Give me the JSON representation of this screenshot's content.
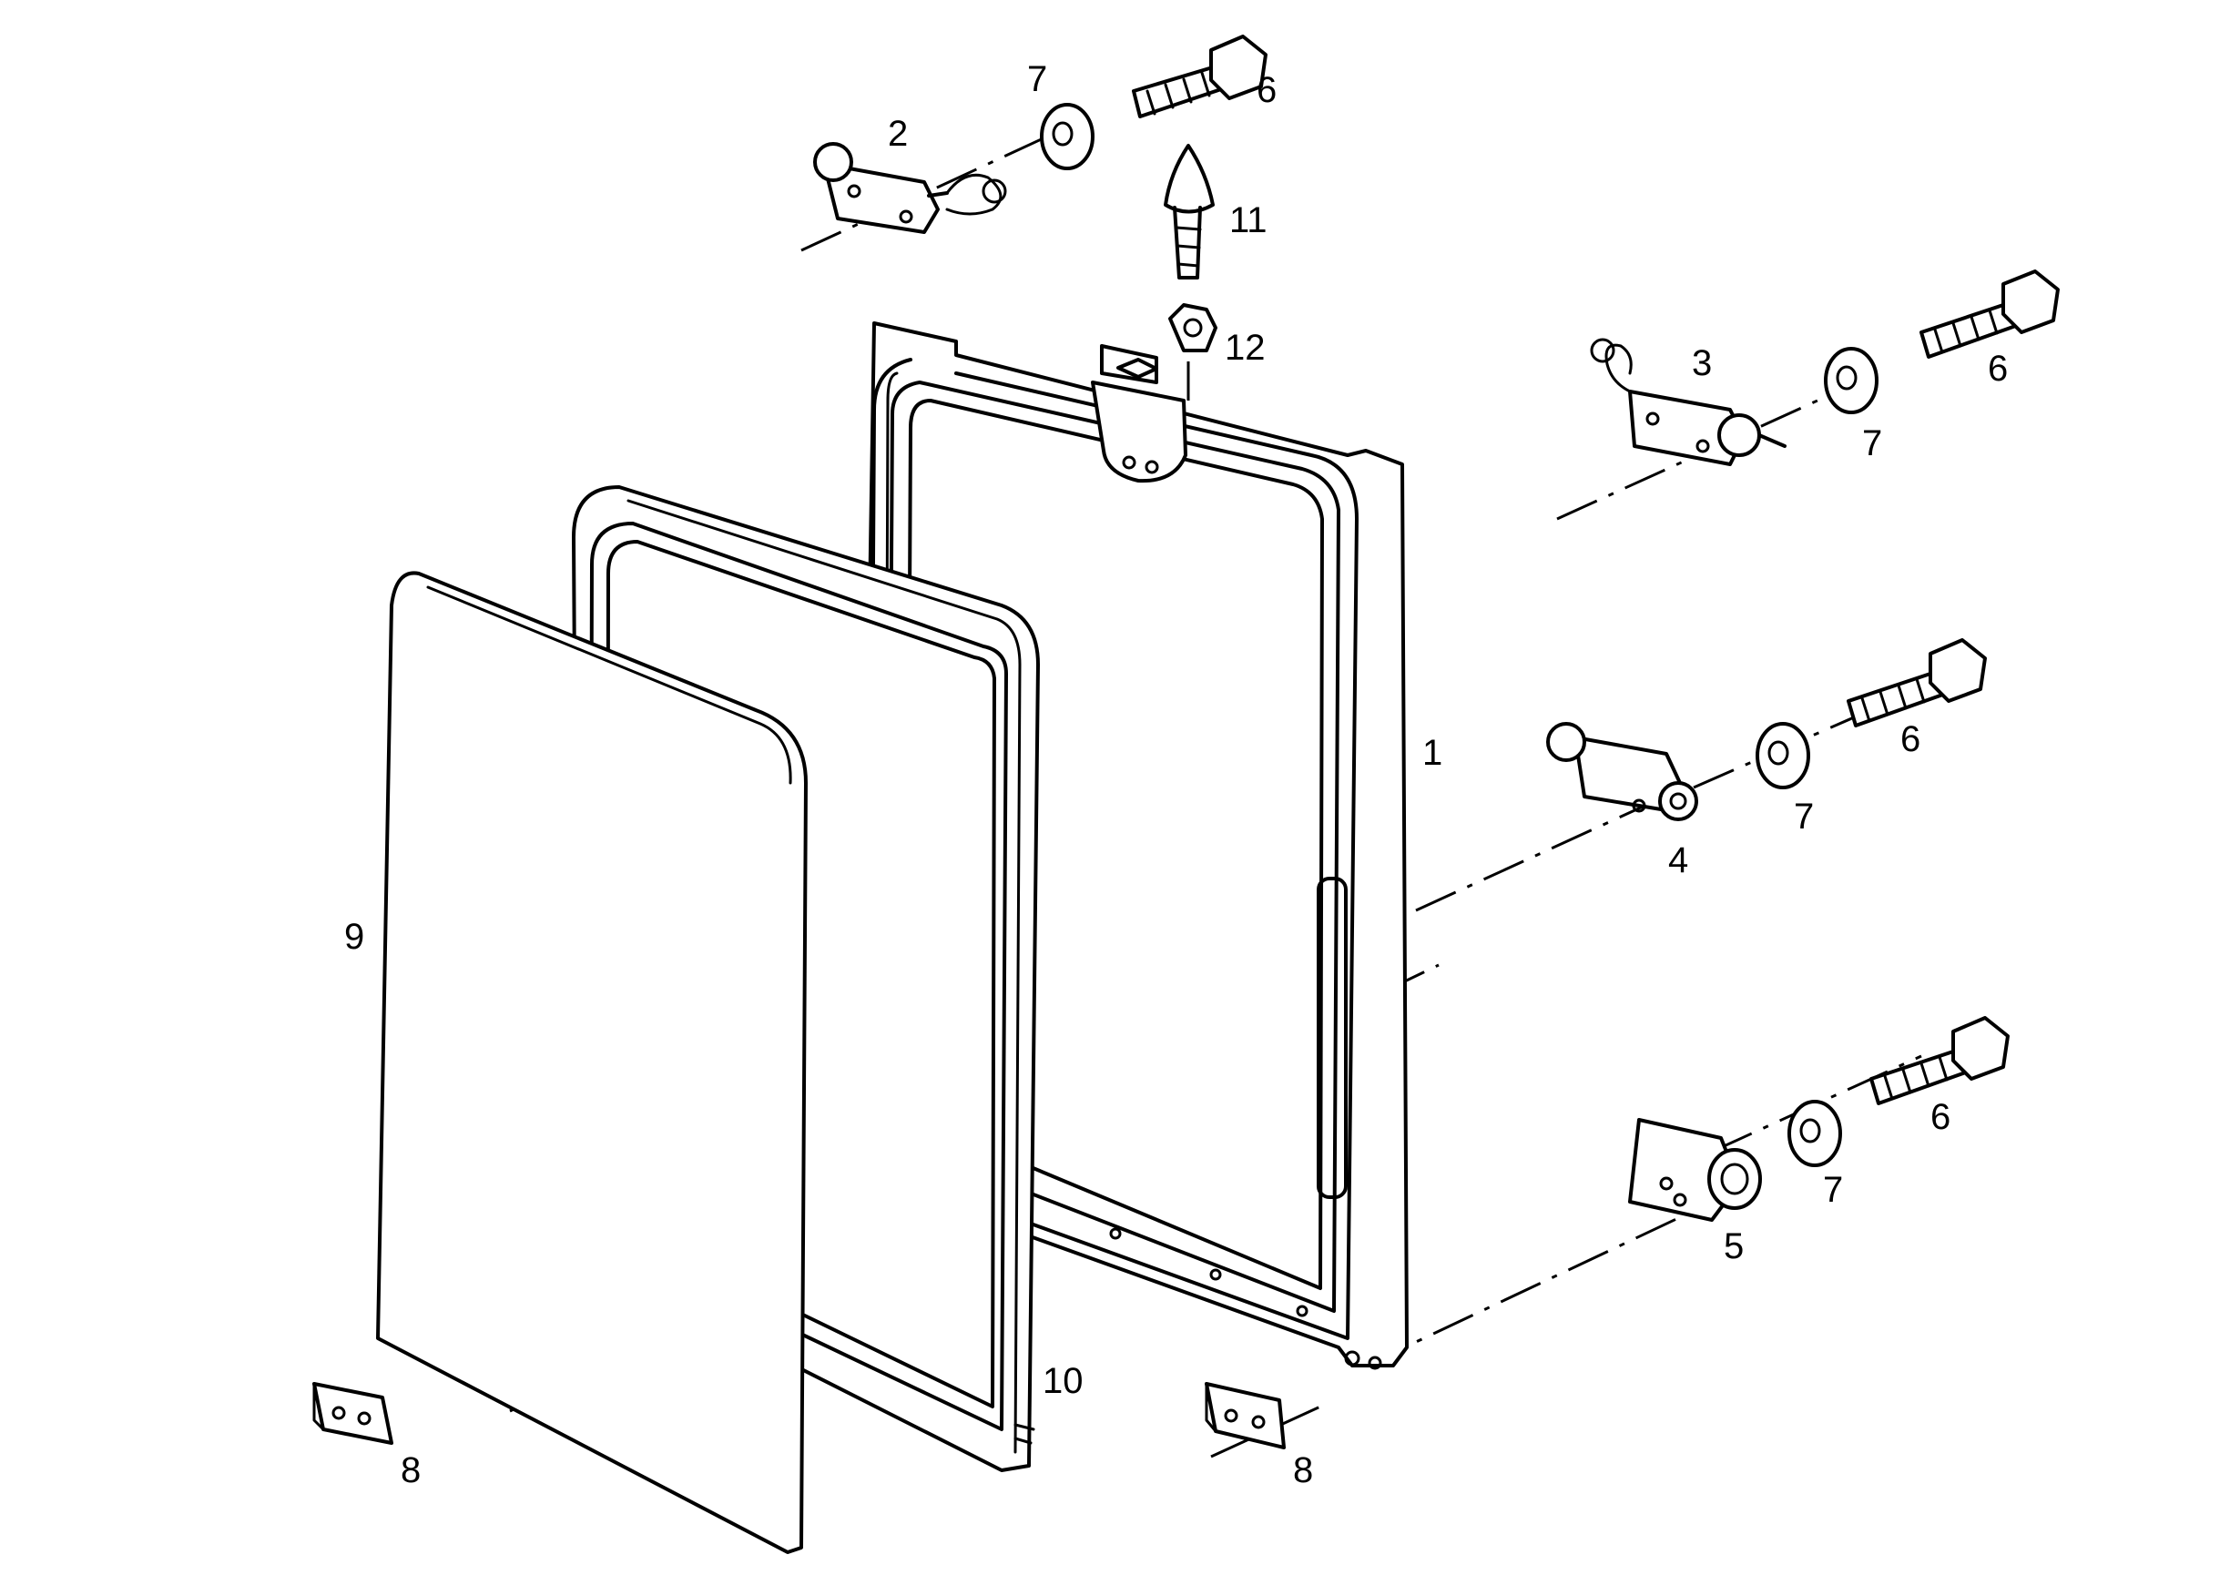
{
  "labels": {
    "main_frame": "1",
    "fastener_2": "2",
    "fastener_3": "3",
    "fastener_4": "4",
    "fastener_5": "5",
    "bolt": "6",
    "washer": "7",
    "spacer_block": "8",
    "glass_panel": "9",
    "inner_frame": "10",
    "rubber_stop": "11",
    "nut": "12"
  }
}
